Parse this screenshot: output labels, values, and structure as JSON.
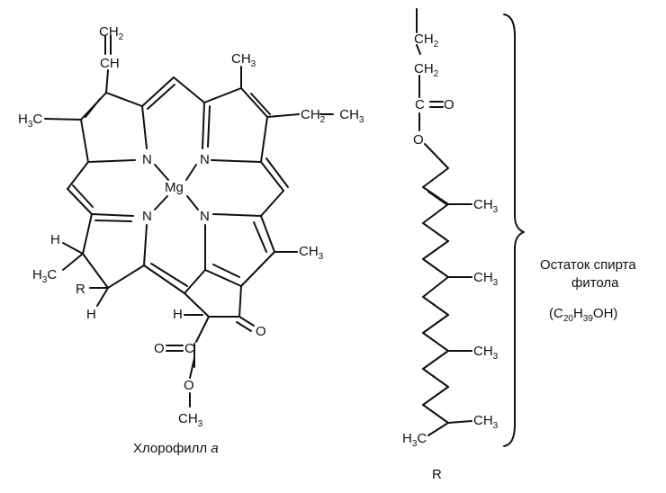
{
  "labels": {
    "ch2_top": "CH",
    "ch2_top_sub": "2",
    "ch": "CH",
    "me_top": "CH",
    "me_top_sub": "3",
    "h3c_left_a": "H",
    "h3c_left_b": "3",
    "h3c_left_c": "C",
    "ethyl_a": "CH",
    "ethyl_a_sub": "2",
    "ethyl_b": "CH",
    "ethyl_b_sub": "3",
    "n_tl": "N",
    "n_tr": "N",
    "n_bl": "N",
    "n_br": "N",
    "mg": "Mg",
    "me_right": "CH",
    "me_right_sub": "3",
    "h_left": "H",
    "h3c2_a": "H",
    "h3c2_b": "3",
    "h3c2_c": "C",
    "r_left": "R",
    "h_low": "H",
    "h_ring": "H",
    "o_ketone": "O",
    "o_ester1": "O",
    "c_ester": "C",
    "o_ester2": "O",
    "ome": "CH",
    "ome_sub": "3",
    "chain_ch2a": "CH",
    "chain_ch2a_sub": "2",
    "chain_ch2b": "CH",
    "chain_ch2b_sub": "2",
    "chain_c": "C",
    "chain_o1": "O",
    "chain_o2": "O",
    "me1": "CH",
    "me1_sub": "3",
    "me2": "CH",
    "me2_sub": "3",
    "me3": "CH",
    "me3_sub": "3",
    "me4": "CH",
    "me4_sub": "3",
    "h3c_end_a": "H",
    "h3c_end_b": "3",
    "h3c_end_c": "C",
    "phytol_line1": "Остаток спирта",
    "phytol_line2": "фитола",
    "formula_c": "(C",
    "formula_c_sub": "20",
    "formula_h": "H",
    "formula_h_sub": "39",
    "formula_oh": "OH)",
    "caption_main": "Хлорофилл ",
    "caption_italic": "a",
    "caption_r": "R"
  }
}
